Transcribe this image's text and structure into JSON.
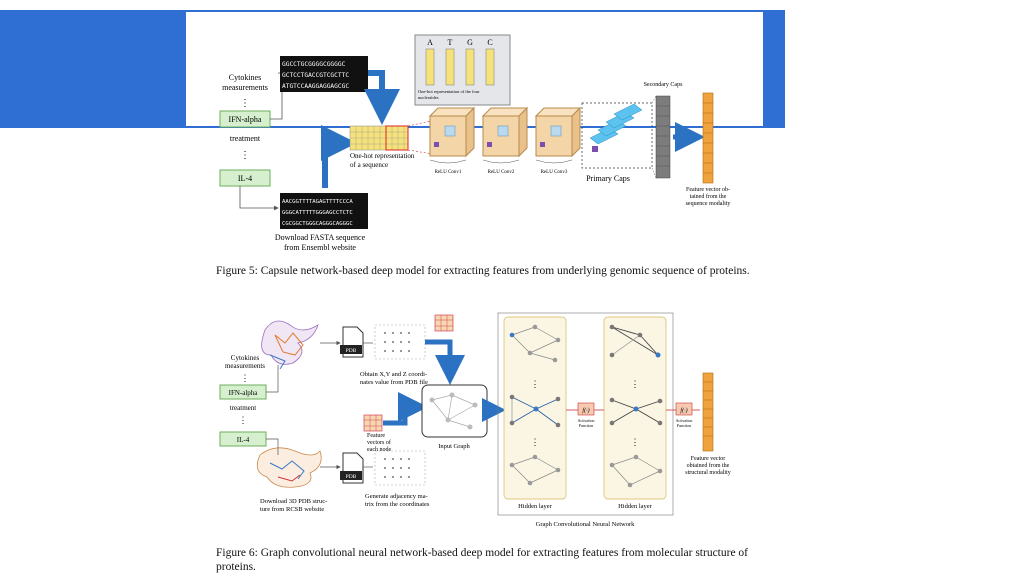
{
  "fig5": {
    "cytokines": "Cytokines measurements",
    "cytokines_l1": "Cytokines",
    "cytokines_l2": "measurements",
    "ifn": "IFN-alpha",
    "treatment": "treatment",
    "il4": "IL-4",
    "dots": "⋮",
    "seq_top": [
      "GGCCTGCGGGGCGGGGC",
      "GCTCCTGACCGTCGCTTC",
      "ATGTCCAAGGAGGAGCGC"
    ],
    "seq_bottom": [
      "AACGGTTTTAGAGTTTTCCCA",
      "GGGCATTTTTGGGAGCCTCTC",
      "CGCGGCTGGGCAGGGCAGGGC"
    ],
    "download_l1": "Download FASTA sequence",
    "download_l2": "from Ensembl website",
    "nucleotides": [
      "A",
      "T",
      "G",
      "C"
    ],
    "onehot_note_l1": "One-hot representation of the four",
    "onehot_note_l2": "nucleotides",
    "onehot_seq_l1": "One-hot representation",
    "onehot_seq_l2": "of a sequence",
    "conv1": "ReLU Conv1",
    "conv2": "ReLU Conv2",
    "conv3": "ReLU Conv3",
    "primary_caps": "Primary Caps",
    "secondary_caps": "Secondary Caps",
    "feature_l1": "Feature vector ob-",
    "feature_l2": "tained from the",
    "feature_l3": "sequence modality"
  },
  "fig6": {
    "cytokines_l1": "Cytokines",
    "cytokines_l2": "measurements",
    "ifn": "IFN-alpha",
    "treatment": "treatment",
    "il4": "IL-4",
    "dots": "⋮",
    "pdb": "PDB",
    "obtain_l1": "Obtain X,Y and Z coordi-",
    "obtain_l2": "nates value from PDB file",
    "feature_vec_l1": "Feature",
    "feature_vec_l2": "vectors of",
    "feature_vec_l3": "each node",
    "input_graph": "Input Graph",
    "download_l1": "Download 3D PDB struc-",
    "download_l2": "ture from RCSB website",
    "adj_l1": "Generate adjacency ma-",
    "adj_l2": "trix from the coordinates",
    "activation_l1": "Activation",
    "activation_l2": "Function",
    "f_label": "f(·)",
    "hidden1": "Hidden layer",
    "hidden2": "Hidden layer",
    "gcn": "Graph Convolutional Neural Network",
    "feature_l1": "Feature vector",
    "feature_l2": "obtained from the",
    "feature_l3": "structural modality"
  },
  "captions": {
    "fig5": "Figure 5: Capsule network-based deep model for extracting features from underlying genomic sequence of proteins.",
    "fig6": "Figure 6: Graph convolutional neural network-based deep model for extracting features from molecular structure of proteins."
  },
  "colors": {
    "accent_blue": "#2f6fd3",
    "arrow_blue": "#2b72c2",
    "green_box": "#d6f0cf",
    "orange_vec": "#f0a23c",
    "cube": "#f3d5a8"
  }
}
